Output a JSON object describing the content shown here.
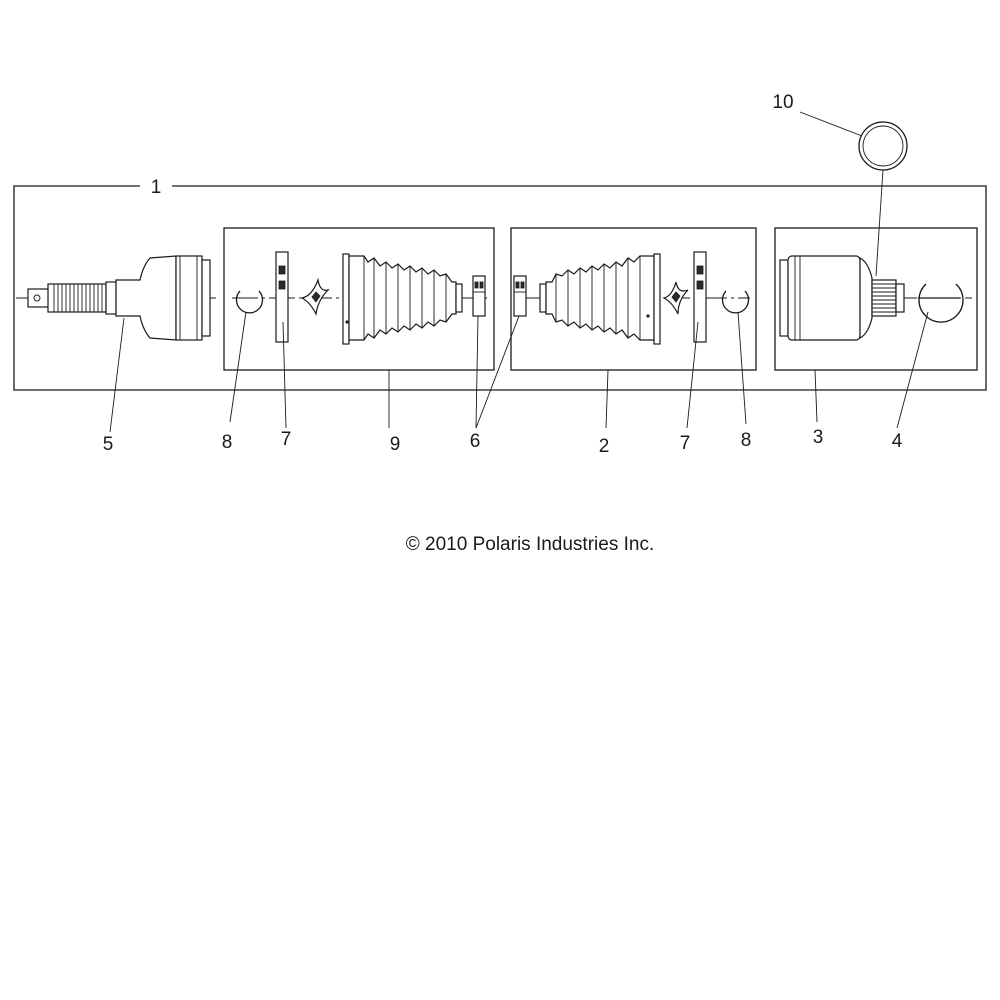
{
  "callouts": {
    "c1": "1",
    "c2": "2",
    "c3": "3",
    "c4": "4",
    "c5": "5",
    "c6": "6",
    "c7a": "7",
    "c7b": "7",
    "c8a": "8",
    "c8b": "8",
    "c9": "9",
    "c10": "10"
  },
  "copyright": "© 2010 Polaris Industries Inc."
}
